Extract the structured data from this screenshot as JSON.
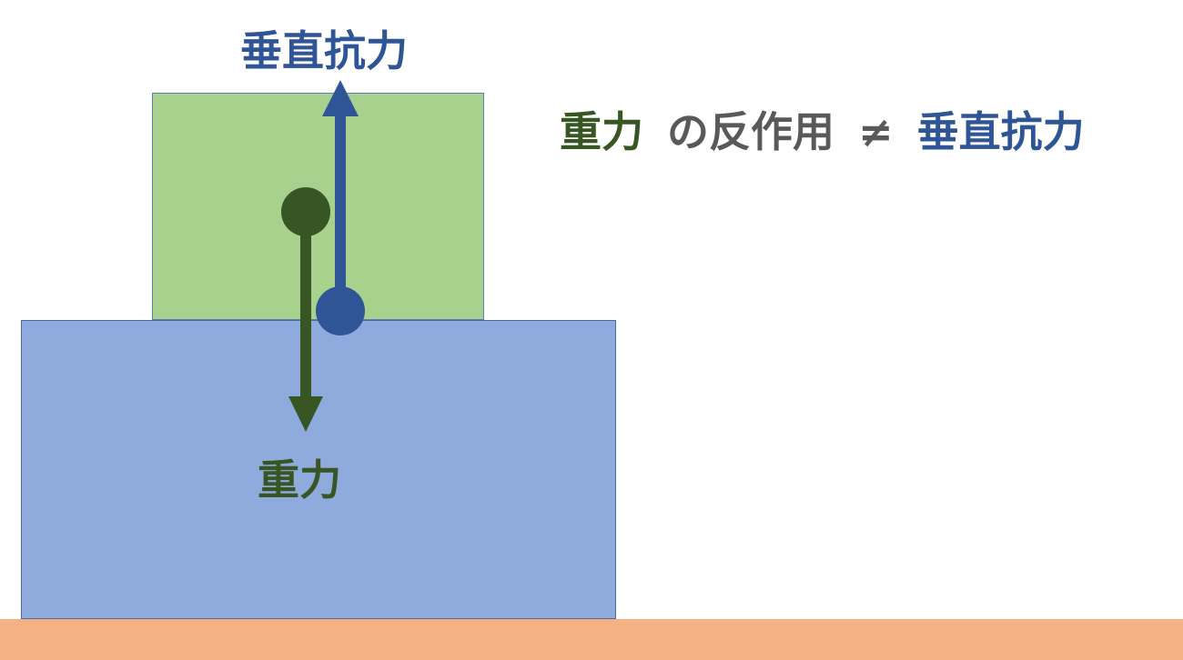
{
  "labels": {
    "normal_force": "垂直抗力",
    "gravity": "重力"
  },
  "statement": {
    "left": "重力",
    "middle": "の反作用",
    "symbol": "≠",
    "right": "垂直抗力"
  },
  "colors": {
    "gravity": "#375623",
    "normal_force": "#2f5597",
    "text_gray": "#595959",
    "upper_block": "#a9d18e",
    "lower_block": "#8faadc",
    "floor": "#f4b183"
  }
}
